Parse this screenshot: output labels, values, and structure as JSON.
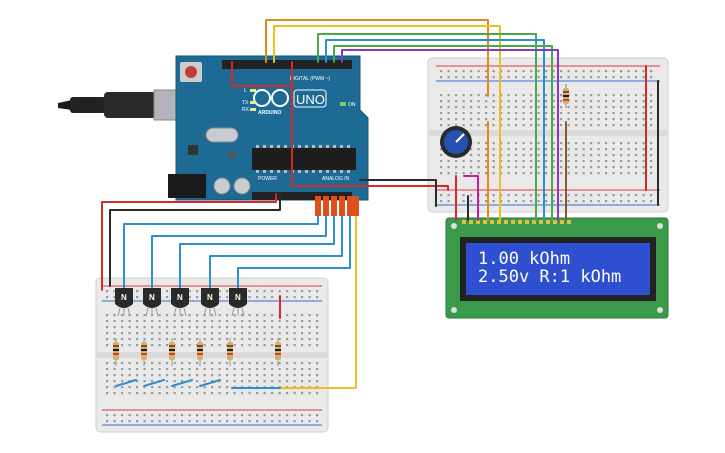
{
  "board": {
    "model": "UNO",
    "brand": "ARDUINO",
    "digital_label": "DIGITAL (PWM ~)",
    "analog_label": "ANALOG IN",
    "power_label": "POWER",
    "on_label": "ON",
    "l_label": "L",
    "tx_label": "TX",
    "rx_label": "RX"
  },
  "lcd": {
    "line1": "1.00 kOhm",
    "line2": "2.50v R:1 kOhm"
  },
  "transistor_label": "N",
  "colors": {
    "board": "#1d6a94",
    "lcd_pcb": "#3a9a4a",
    "lcd_screen": "#2d4fd0",
    "wire_red": "#d42a2a",
    "wire_black": "#2a2a2a",
    "wire_blue": "#2c8fd0",
    "wire_yellow": "#e8c21a",
    "wire_orange": "#e08a1a",
    "wire_green": "#4aa84a",
    "wire_purple": "#8a3ac0",
    "wire_brown": "#8a5a2a",
    "wire_magenta": "#c020a0"
  }
}
